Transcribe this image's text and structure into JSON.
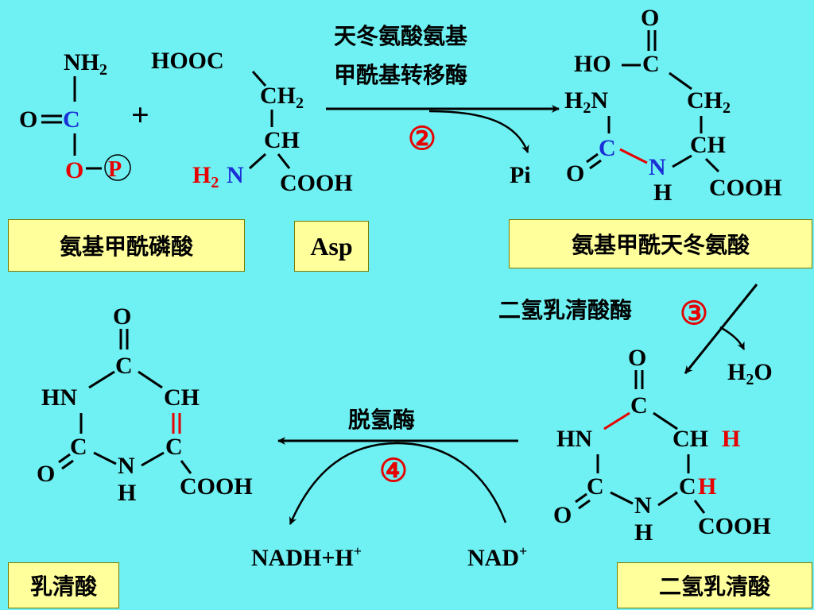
{
  "compounds": {
    "carbamoyl_phosphate": "氨基甲酰磷酸",
    "asp": "Asp",
    "carbamoyl_aspartate": "氨基甲酰天冬氨酸",
    "dihydroorotate": "二氢乳清酸",
    "orotate": "乳清酸"
  },
  "enzymes": {
    "step2_line1": "天冬氨酸氨基",
    "step2_line2": "甲酰基转移酶",
    "step3": "二氢乳清酸酶",
    "step4": "脱氢酶"
  },
  "steps": {
    "s2": "②",
    "s3": "③",
    "s4": "④"
  },
  "atoms": {
    "N": "N",
    "H": "H",
    "C": "C",
    "O": "O",
    "P": "P",
    "HN": "HN",
    "HO": "HO",
    "HOOC": "HOOC",
    "COOH": "COOH",
    "CH": "CH",
    "Pi": "Pi",
    "plus": "+",
    "two": "2"
  },
  "cofactors": {
    "nadh": "NADH+H",
    "nad": "NAD",
    "plus_sign": "+"
  },
  "colors": {
    "background": "#6ff0f2",
    "label_fill": "#ffff9c",
    "red": "#e60000",
    "blue": "#1a2fd6",
    "black": "#000000"
  }
}
